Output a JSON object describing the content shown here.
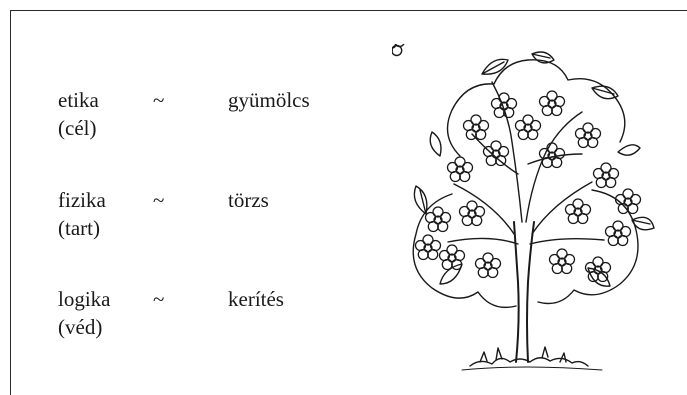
{
  "rows": [
    {
      "word": "etika",
      "sub": "(cél)",
      "tilde": "~",
      "meaning": "gyümölcs"
    },
    {
      "word": "fizika",
      "sub": "(tart)",
      "tilde": "~",
      "meaning": "törzs"
    },
    {
      "word": "logika",
      "sub": "(véd)",
      "tilde": "~",
      "meaning": "kerítés"
    }
  ],
  "illustration": {
    "icon": "tree-icon"
  }
}
